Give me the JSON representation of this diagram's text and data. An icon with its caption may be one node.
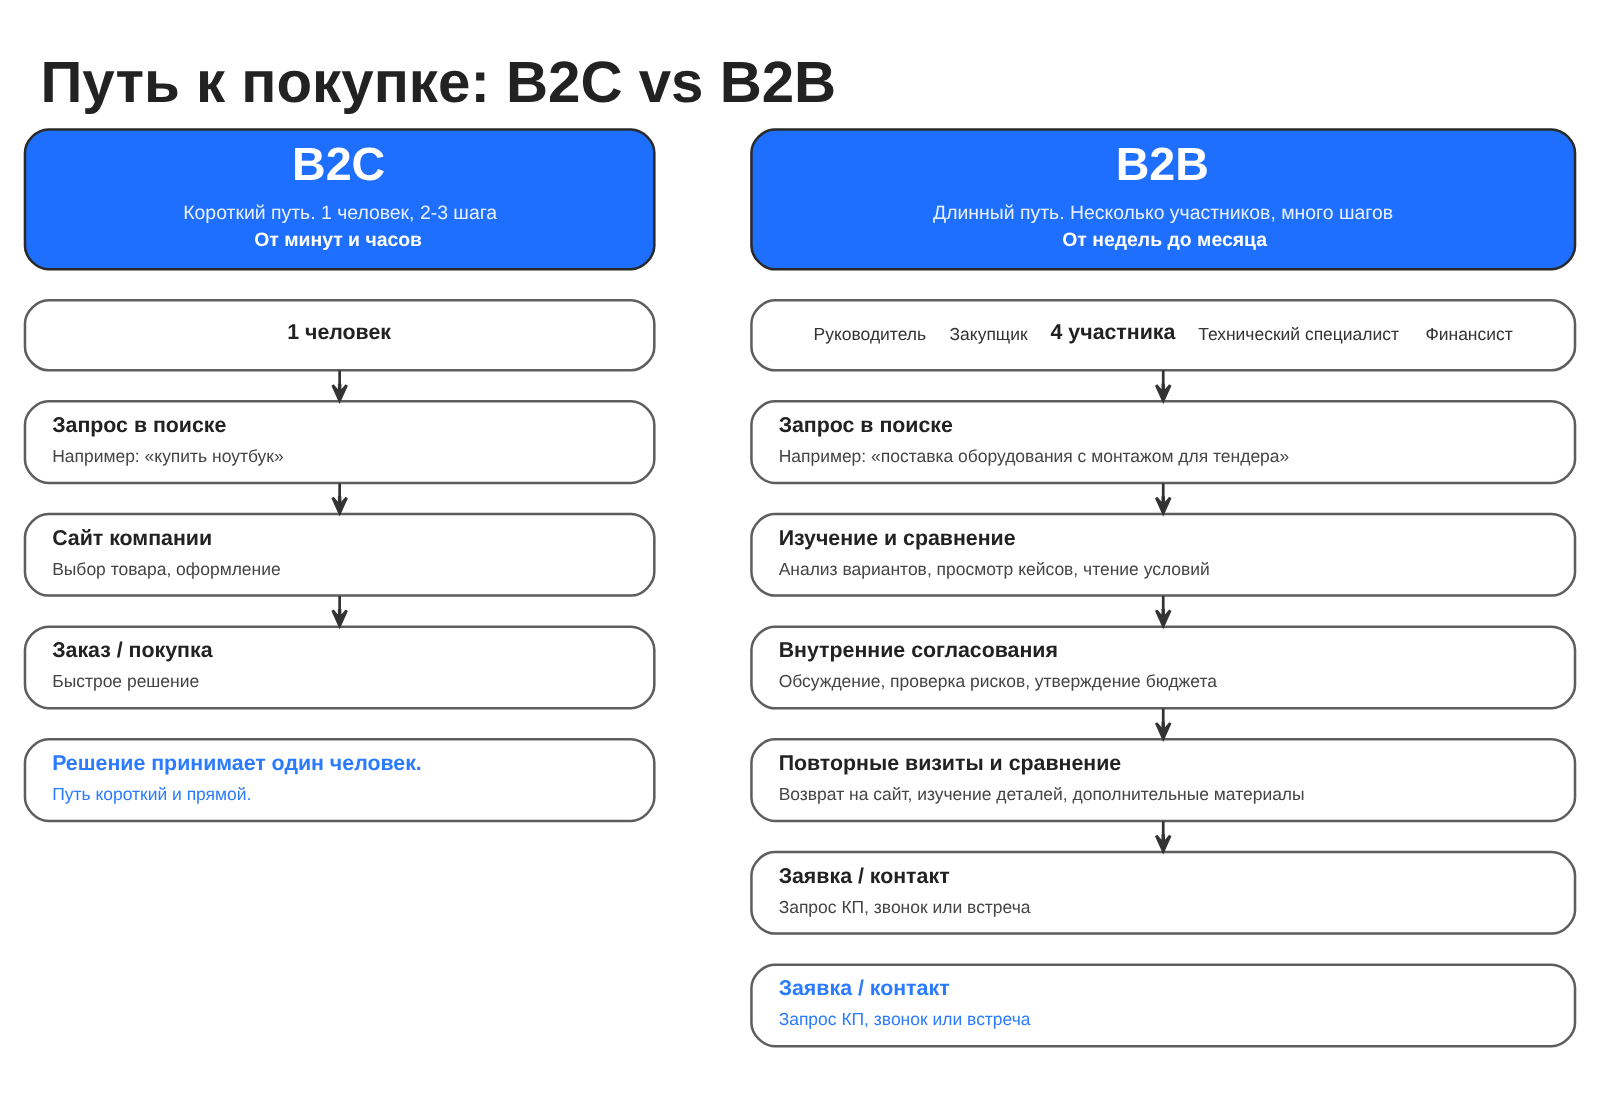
{
  "diagram": {
    "title": "Путь к покупке: B2C vs B2B",
    "nodes": [
      {
        "text": [
          "B2C",
          "Короткий путь. 1 человек, 2-3 шага",
          "От минут и часов"
        ]
      },
      {
        "text": [
          "1 человек"
        ]
      },
      {
        "text": [
          "Запрос в поиске",
          "Например: «купить ноутбук»"
        ]
      },
      {
        "text": [
          "Сайт компании",
          "Выбор товара, оформление"
        ]
      },
      {
        "text": [
          "Заказ / покупка",
          "Быстрое решение"
        ]
      },
      {
        "text": [
          "Решение принимает один человек.",
          "Путь короткий и прямой."
        ]
      },
      {
        "text": [
          "B2B",
          "Длинный путь. Несколько участников, много шагов",
          "От недель до месяца"
        ]
      },
      {
        "text": [
          "Руководитель",
          "Закупщик",
          "4 участника",
          "Технический специалист",
          "Финансист"
        ]
      },
      {
        "text": [
          "Запрос в поиске",
          "Например: «поставка оборудования с монтажом для тендера»"
        ]
      },
      {
        "text": [
          "Изучение и сравнение",
          "Анализ вариантов, просмотр кейсов, чтение условий"
        ]
      },
      {
        "text": [
          "Внутренние согласования",
          "Обсуждение, проверка рисков, утверждение бюджета"
        ]
      },
      {
        "text": [
          "Повторные визиты и сравнение",
          "Возврат на сайт, изучение деталей, дополнительные материалы"
        ]
      },
      {
        "text": [
          "Заявка / контакт",
          "Запрос КП, звонок или встреча"
        ]
      },
      {
        "text": [
          "Заявка / контакт",
          "Запрос КП, звонок или встреча"
        ]
      }
    ],
    "edges": [
      {
        "from": 1,
        "to": 2,
        "arrow": "to"
      },
      {
        "from": 2,
        "to": 3,
        "arrow": "to"
      },
      {
        "from": 3,
        "to": 4,
        "arrow": "to"
      },
      {
        "from": 7,
        "to": 8,
        "arrow": "to"
      },
      {
        "from": 8,
        "to": 9,
        "arrow": "to"
      },
      {
        "from": 9,
        "to": 10,
        "arrow": "to"
      },
      {
        "from": 10,
        "to": 11,
        "arrow": "to"
      },
      {
        "from": 11,
        "to": 12,
        "arrow": "to"
      }
    ]
  }
}
